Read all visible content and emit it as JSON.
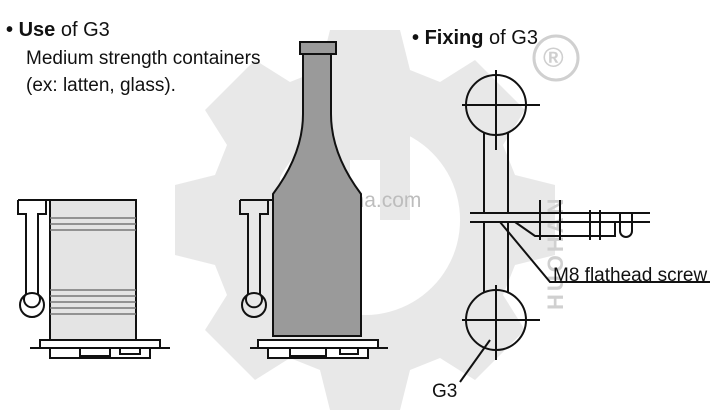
{
  "use_section": {
    "bullet": "•",
    "keyword": "Use",
    "connector": "of",
    "code": "G3",
    "line1": "Medium strength containers",
    "line2": "(ex: latten, glass)."
  },
  "fixing_section": {
    "bullet": "•",
    "keyword": "Fixing",
    "connector": "of",
    "code": "G3"
  },
  "callouts": {
    "screw": "M8 flathead screw",
    "part": "G3"
  },
  "watermark": {
    "site": "trade.china.com",
    "registered": "®",
    "vertical_brand": "HUOHAN"
  },
  "colors": {
    "stroke": "#111111",
    "fill_light": "#e6e6e6",
    "fill_mid": "#bdbdbd",
    "bottle_fill": "#9a9a9a",
    "watermark": "#cfcfcf"
  }
}
